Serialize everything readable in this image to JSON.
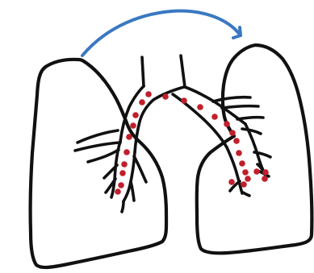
{
  "diagram": {
    "colors": {
      "background": "#ffffff",
      "outline": "#111111",
      "arrow": "#3a78c2",
      "dots": "#c01f2b"
    },
    "elements": [
      "left-lung",
      "right-lung",
      "airway-tree",
      "spread-arrow",
      "red-dots"
    ]
  }
}
